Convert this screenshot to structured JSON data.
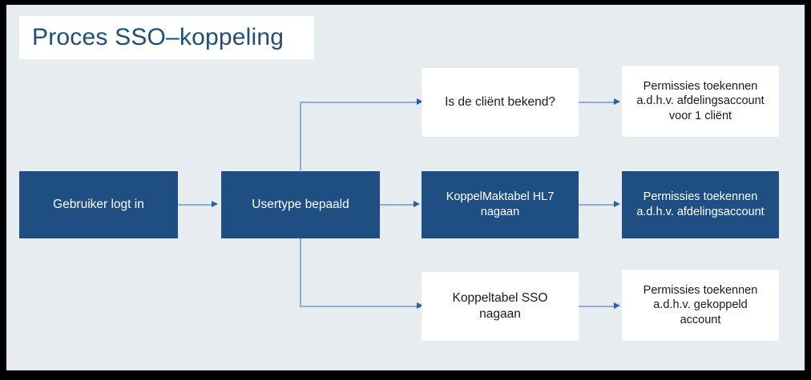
{
  "page": {
    "title": "Proces SSO–koppeling",
    "frame_border_color": "#000000",
    "background_color": "#e7ecf0",
    "title_plate_color": "#ffffff",
    "title_text_color": "#1f4e79",
    "node_fill_color": "#1f4e82",
    "node_hollow_color": "#ffffff",
    "connector_color": "#8faadc",
    "arrowhead_color": "#2e5fa3"
  },
  "nodes": {
    "login": {
      "label": "Gebruiker logt in",
      "style": "filled"
    },
    "usertype": {
      "label": "Usertype bepaald",
      "style": "filled"
    },
    "client_known": {
      "label": "Is de cliënt bekend?",
      "style": "hollow"
    },
    "perm_dept_one_client": {
      "label": "Permissies toekennen\na.d.h.v. afdelingsaccount\nvoor 1 cliënt",
      "style": "hollow"
    },
    "koppelmaktabel_hl7": {
      "label": "KoppelMaktabel HL7\nnagaan",
      "style": "filled"
    },
    "perm_dept": {
      "label": "Permissies toekennen\na.d.h.v. afdelingsaccount",
      "style": "filled"
    },
    "koppeltabel_sso": {
      "label": "Koppeltabel SSO\nnagaan",
      "style": "hollow"
    },
    "perm_linked_account": {
      "label": "Permissies toekennen\na.d.h.v. gekoppeld\naccount",
      "style": "hollow"
    }
  },
  "flow": {
    "edges": [
      {
        "from": "login",
        "to": "usertype",
        "kind": "straight"
      },
      {
        "from": "usertype",
        "to": "client_known",
        "kind": "branch-up"
      },
      {
        "from": "usertype",
        "to": "koppelmaktabel_hl7",
        "kind": "straight"
      },
      {
        "from": "usertype",
        "to": "koppeltabel_sso",
        "kind": "branch-down"
      },
      {
        "from": "client_known",
        "to": "perm_dept_one_client",
        "kind": "straight"
      },
      {
        "from": "koppelmaktabel_hl7",
        "to": "perm_dept",
        "kind": "straight"
      },
      {
        "from": "koppeltabel_sso",
        "to": "perm_linked_account",
        "kind": "straight"
      }
    ]
  }
}
